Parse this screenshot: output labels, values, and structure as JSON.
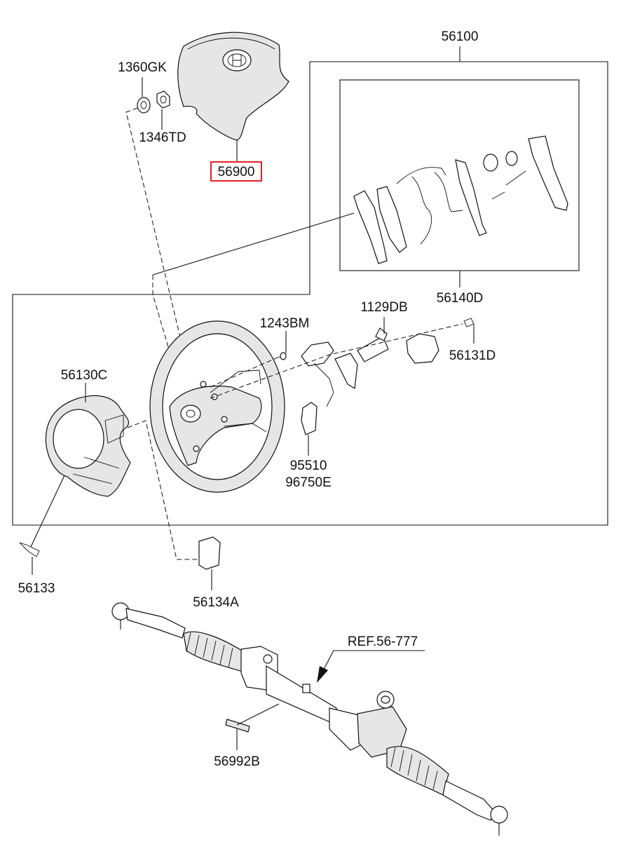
{
  "labels": {
    "p56100": "56100",
    "p1360GK": "1360GK",
    "p1346TD": "1346TD",
    "p56900": "56900",
    "p56140D": "56140D",
    "p1243BM": "1243BM",
    "p1129DB": "1129DB",
    "p56131D": "56131D",
    "p56130C": "56130C",
    "p95510": "95510",
    "p96750E": "96750E",
    "p56133": "56133",
    "p56134A": "56134A",
    "ref": "REF.56-777",
    "p56992B": "56992B"
  },
  "highlight": {
    "part": "56900",
    "color": "#e0202a"
  }
}
